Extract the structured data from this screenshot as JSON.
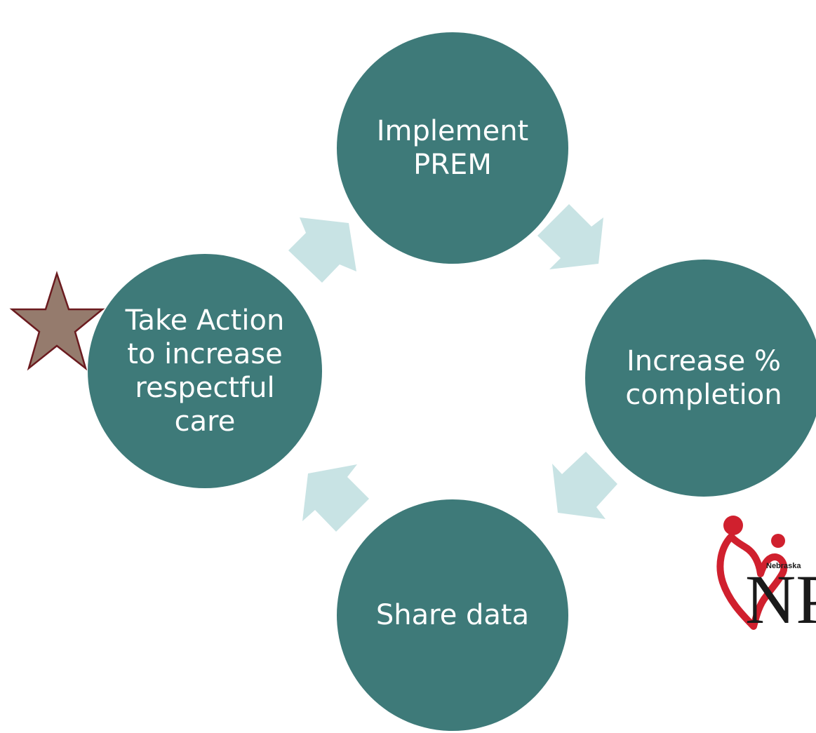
{
  "cycle": {
    "steps": [
      {
        "label": "Implement PREM"
      },
      {
        "label": "Increase % completion"
      },
      {
        "label": "Share data"
      },
      {
        "label": "Take Action to increase respectful care"
      }
    ]
  },
  "colors": {
    "node_fill": "#3e7a79",
    "node_text": "#ffffff",
    "arrow_fill": "#c8e3e4",
    "star_fill": "#957b6d",
    "star_stroke": "#6b1b1f",
    "logo_red": "#d0202e",
    "logo_dark": "#1a1a1a"
  },
  "logo": {
    "text": "Nebraska",
    "letters": "NP"
  }
}
